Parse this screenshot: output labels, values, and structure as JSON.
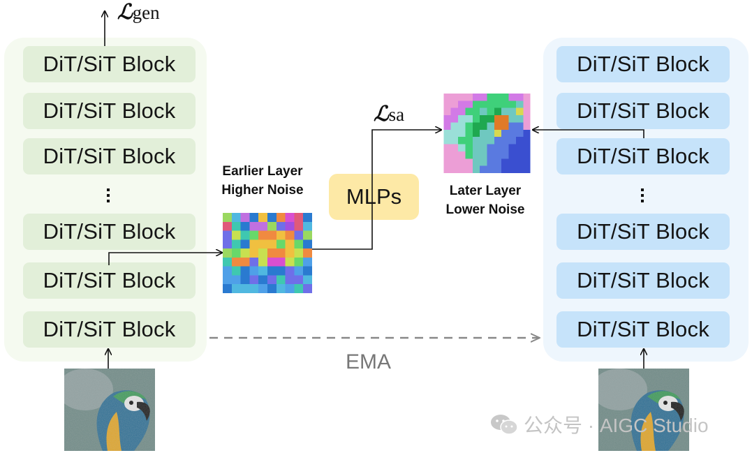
{
  "left_stack": {
    "blocks": [
      "DiT/SiT Block",
      "DiT/SiT Block",
      "DiT/SiT Block",
      "DiT/SiT Block",
      "DiT/SiT Block",
      "DiT/SiT Block"
    ]
  },
  "right_stack": {
    "blocks": [
      "DiT/SiT Block",
      "DiT/SiT Block",
      "DiT/SiT Block",
      "DiT/SiT Block",
      "DiT/SiT Block",
      "DiT/SiT Block"
    ]
  },
  "labels": {
    "earlier_line1": "Earlier Layer",
    "earlier_line2": "Higher Noise",
    "later_line1": "Later Layer",
    "later_line2": "Lower Noise",
    "mlps": "MLPs",
    "ema": "EMA",
    "loss_gen_symbol": "ℒ",
    "loss_gen_sub": "gen",
    "loss_sa_symbol": "ℒ",
    "loss_sa_sub": "sa"
  },
  "watermark": {
    "text": "公众号 · AIGC Studio",
    "icon": "wechat-icon"
  },
  "colors": {
    "green_block": "#e2efd9",
    "blue_block": "#c6e3fa",
    "mlps_box": "#fde9a6",
    "ema_arrow": "#888888"
  }
}
